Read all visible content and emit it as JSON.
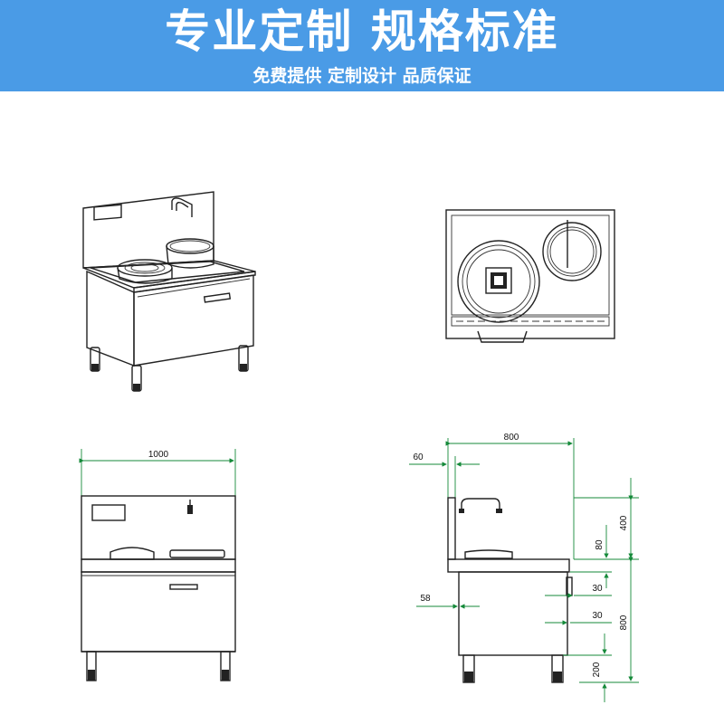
{
  "banner": {
    "title": "专业定制 规格标准",
    "subtitle": "免费提供 定制设计 品质保证",
    "background_color": "#4a9be6",
    "text_color": "#ffffff"
  },
  "drawings": {
    "front_view": {
      "width_label": "1000"
    },
    "side_view": {
      "depth_label": "800",
      "backsplash_label": "60",
      "leg_offset_label": "58",
      "upper_height_label": "400",
      "rim_label": "80",
      "gap_label_1": "30",
      "gap_label_2": "30",
      "body_height_label": "800",
      "leg_height_label": "200"
    }
  },
  "colors": {
    "dimension_line": "#158a3a",
    "outline": "#222222"
  }
}
